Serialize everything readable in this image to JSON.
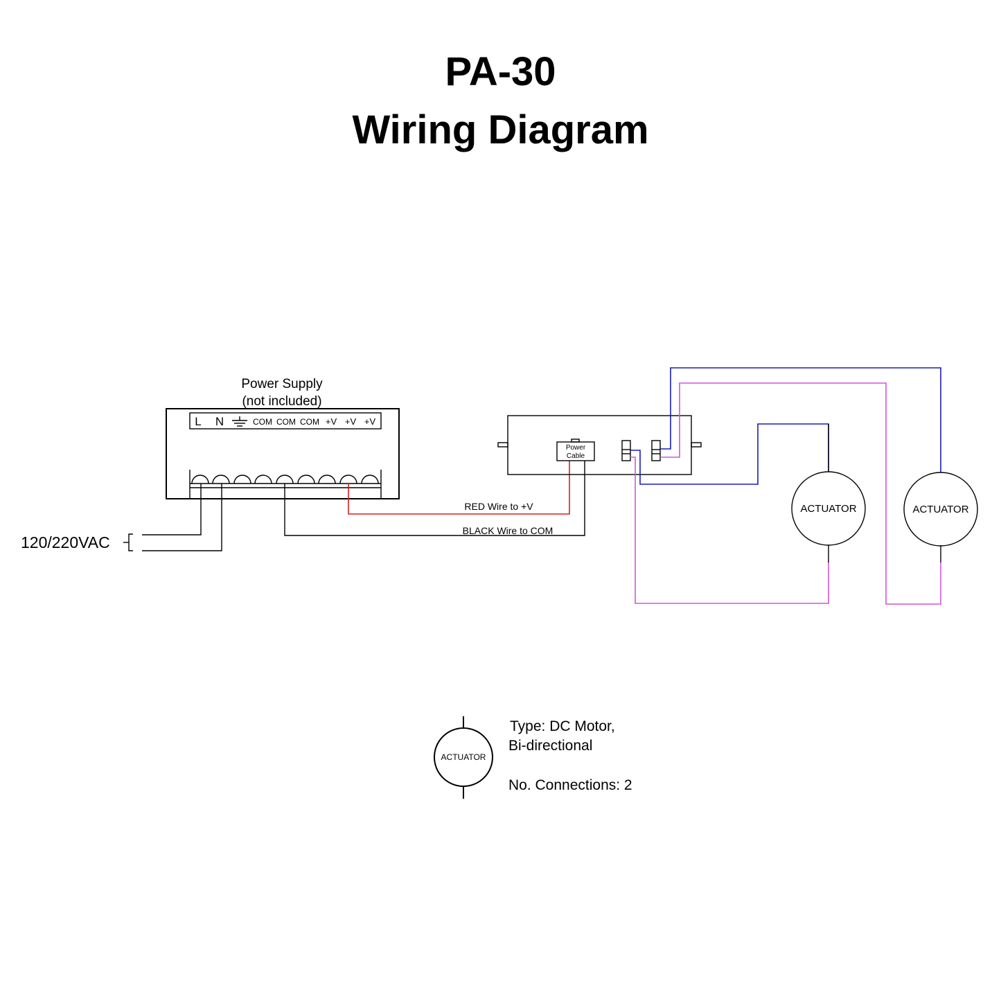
{
  "title": {
    "line1": "PA-30",
    "line2": "Wiring Diagram"
  },
  "power_supply": {
    "label_line1": "Power Supply",
    "label_line2": "(not included)",
    "terminals": [
      "L",
      "N",
      "COM",
      "COM",
      "COM",
      "+V",
      "+V",
      "+V"
    ],
    "input_label": "120/220VAC"
  },
  "controller": {
    "power_cable_line1": "Power",
    "power_cable_line2": "Cable"
  },
  "wires": {
    "red_label": "RED Wire to +V",
    "black_label": "BLACK Wire to COM"
  },
  "actuators": [
    {
      "label": "ACTUATOR"
    },
    {
      "label": "ACTUATOR"
    }
  ],
  "legend": {
    "symbol_label": "ACTUATOR",
    "type_line1": "Type: DC Motor,",
    "type_line2": "Bi-directional",
    "connections": "No. Connections: 2"
  },
  "colors": {
    "red_wire": "#d42020",
    "black_wire": "#000000",
    "blue_wire": "#1c1cb8",
    "magenta_wire": "#d455d4"
  }
}
